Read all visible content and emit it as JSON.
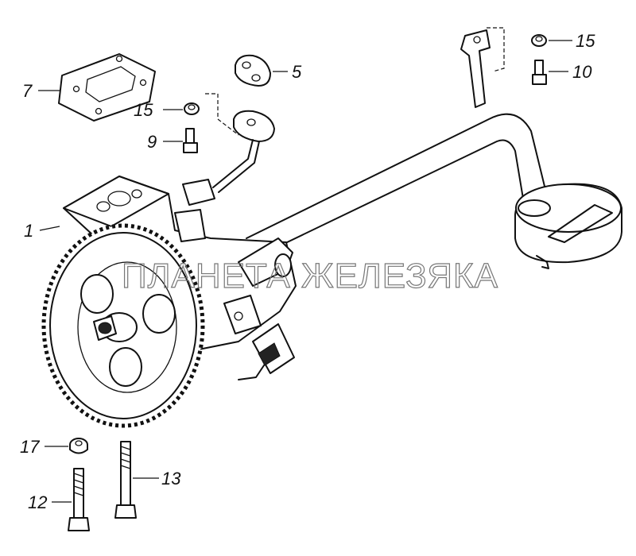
{
  "callouts": {
    "c1": "1",
    "c5": "5",
    "c7": "7",
    "c9": "9",
    "c10": "10",
    "c12": "12",
    "c13": "13",
    "c15a": "15",
    "c15b": "15",
    "c17": "17"
  },
  "watermark": "ПЛАНЕТА ЖЕЛЕЗЯКА"
}
